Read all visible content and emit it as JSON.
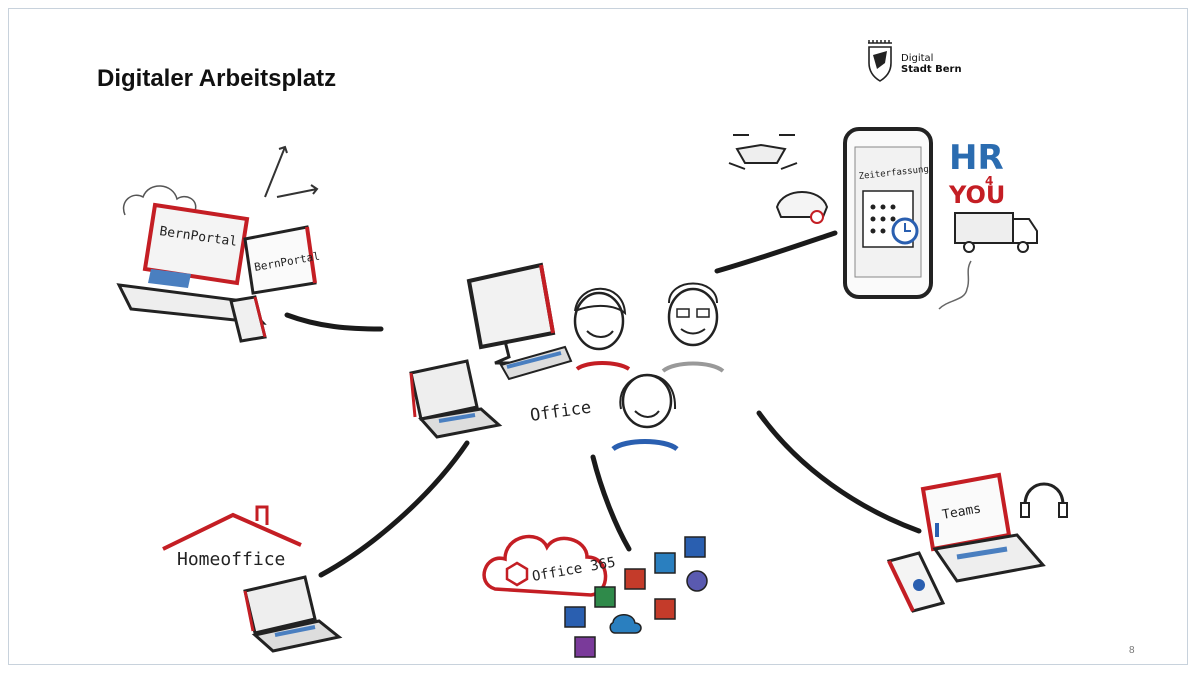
{
  "slide": {
    "title": "Digitaler Arbeitsplatz",
    "page_number": "8"
  },
  "logo": {
    "line1": "Digital",
    "line2": "Stadt Bern"
  },
  "sketch_labels": {
    "bernportal_laptop": "BernPortal",
    "bernportal_tablet": "BernPortal",
    "zeiterfassung": "Zeiterfassung",
    "hr_line1": "HR",
    "hr_line2": "4",
    "hr_line3": "YOU",
    "office": "Office",
    "homeoffice": "Homeoffice",
    "office365": "Office 365",
    "teams": "Teams"
  },
  "colors": {
    "accent_red": "#d61f26",
    "ink": "#222222",
    "blue": "#2a5fb0",
    "hr_blue": "#2b6cb0"
  }
}
